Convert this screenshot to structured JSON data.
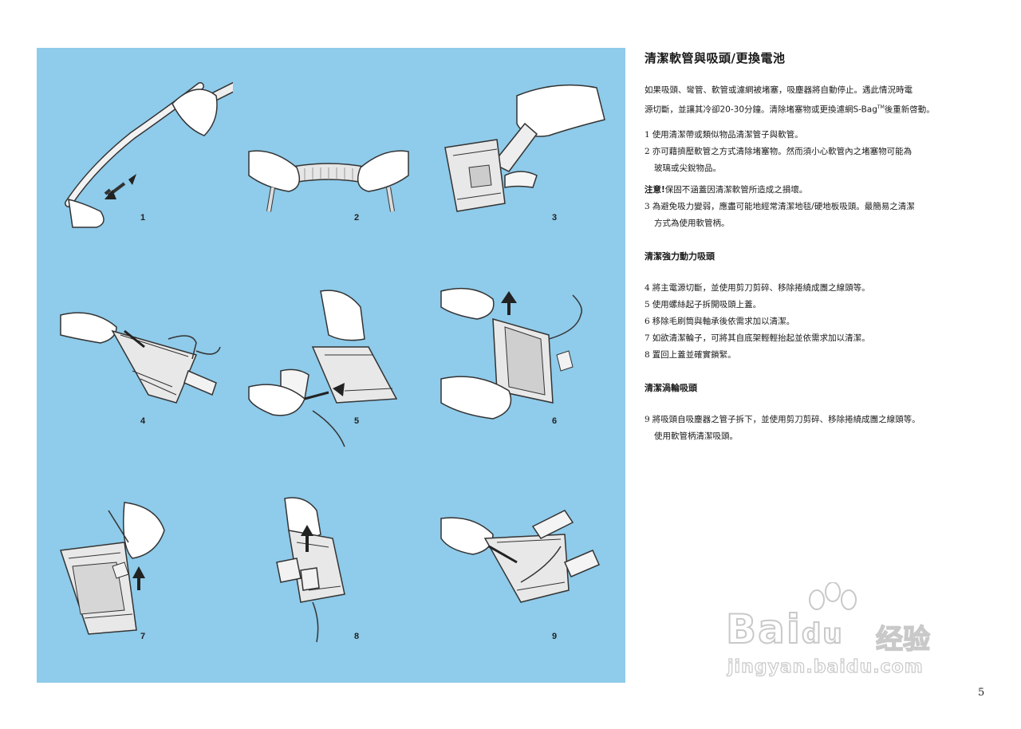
{
  "illustrations": {
    "steps": [
      "1",
      "2",
      "3",
      "4",
      "5",
      "6",
      "7",
      "8",
      "9"
    ]
  },
  "content": {
    "title": "清潔軟管與吸頭/更換電池",
    "intro_line1": "如果吸頭、彎管、軟管或濾網被堵塞，吸塵器將自動停止。遇此情況時電",
    "intro_line2a": "源切斷，並讓其冷卻20-30分鐘。清除堵塞物或更換濾網S-Bag",
    "intro_tm": "TM",
    "intro_line2b": "後重新啓動。",
    "list1": [
      {
        "num": "1",
        "text": "使用清潔帶或類似物品清潔管子與軟管。",
        "cont": ""
      },
      {
        "num": "2",
        "text": "亦可藉擠壓軟管之方式清除堵塞物。然而須小心軟管內之堵塞物可能為",
        "cont": "玻璃或尖銳物品。"
      }
    ],
    "note_label": "注意!",
    "note_text": "保固不涵蓋因清潔軟管所造成之損壞。",
    "list2": [
      {
        "num": "3",
        "text": "為避免吸力變弱，應盡可能地經常清潔地毯/硬地板吸頭。最簡易之清潔",
        "cont": "方式為使用軟管柄。"
      }
    ],
    "section_power": "清潔強力動力吸頭",
    "list3": [
      {
        "num": "4",
        "text": "將主電源切斷，並使用剪刀剪碎、移除捲繞成團之線頭等。",
        "cont": ""
      },
      {
        "num": "5",
        "text": "使用螺絲起子拆開吸頭上蓋。",
        "cont": ""
      },
      {
        "num": "6",
        "text": "移除毛刷筒與軸承後依需求加以清潔。",
        "cont": ""
      },
      {
        "num": "7",
        "text": "如欲清潔輪子，可將其自底架輕輕抬起並依需求加以清潔。",
        "cont": ""
      },
      {
        "num": "8",
        "text": "置回上蓋並確實鎖緊。",
        "cont": ""
      }
    ],
    "section_turbo": "清潔渦輪吸頭",
    "list4": [
      {
        "num": "9",
        "text": "將吸頭自吸塵器之管子拆下，並使用剪刀剪碎、移除捲繞成團之線頭等。",
        "cont": "使用軟管柄清潔吸頭。"
      }
    ]
  },
  "page_number": "5",
  "watermark": {
    "brand": "Bai",
    "brand2": "du",
    "experience": "经验",
    "url": "jingyan.baidu.com"
  },
  "colors": {
    "panel": "#8fcbea",
    "line": "#333333",
    "hand": "#ffffff",
    "tool": "#e8e8e8"
  }
}
